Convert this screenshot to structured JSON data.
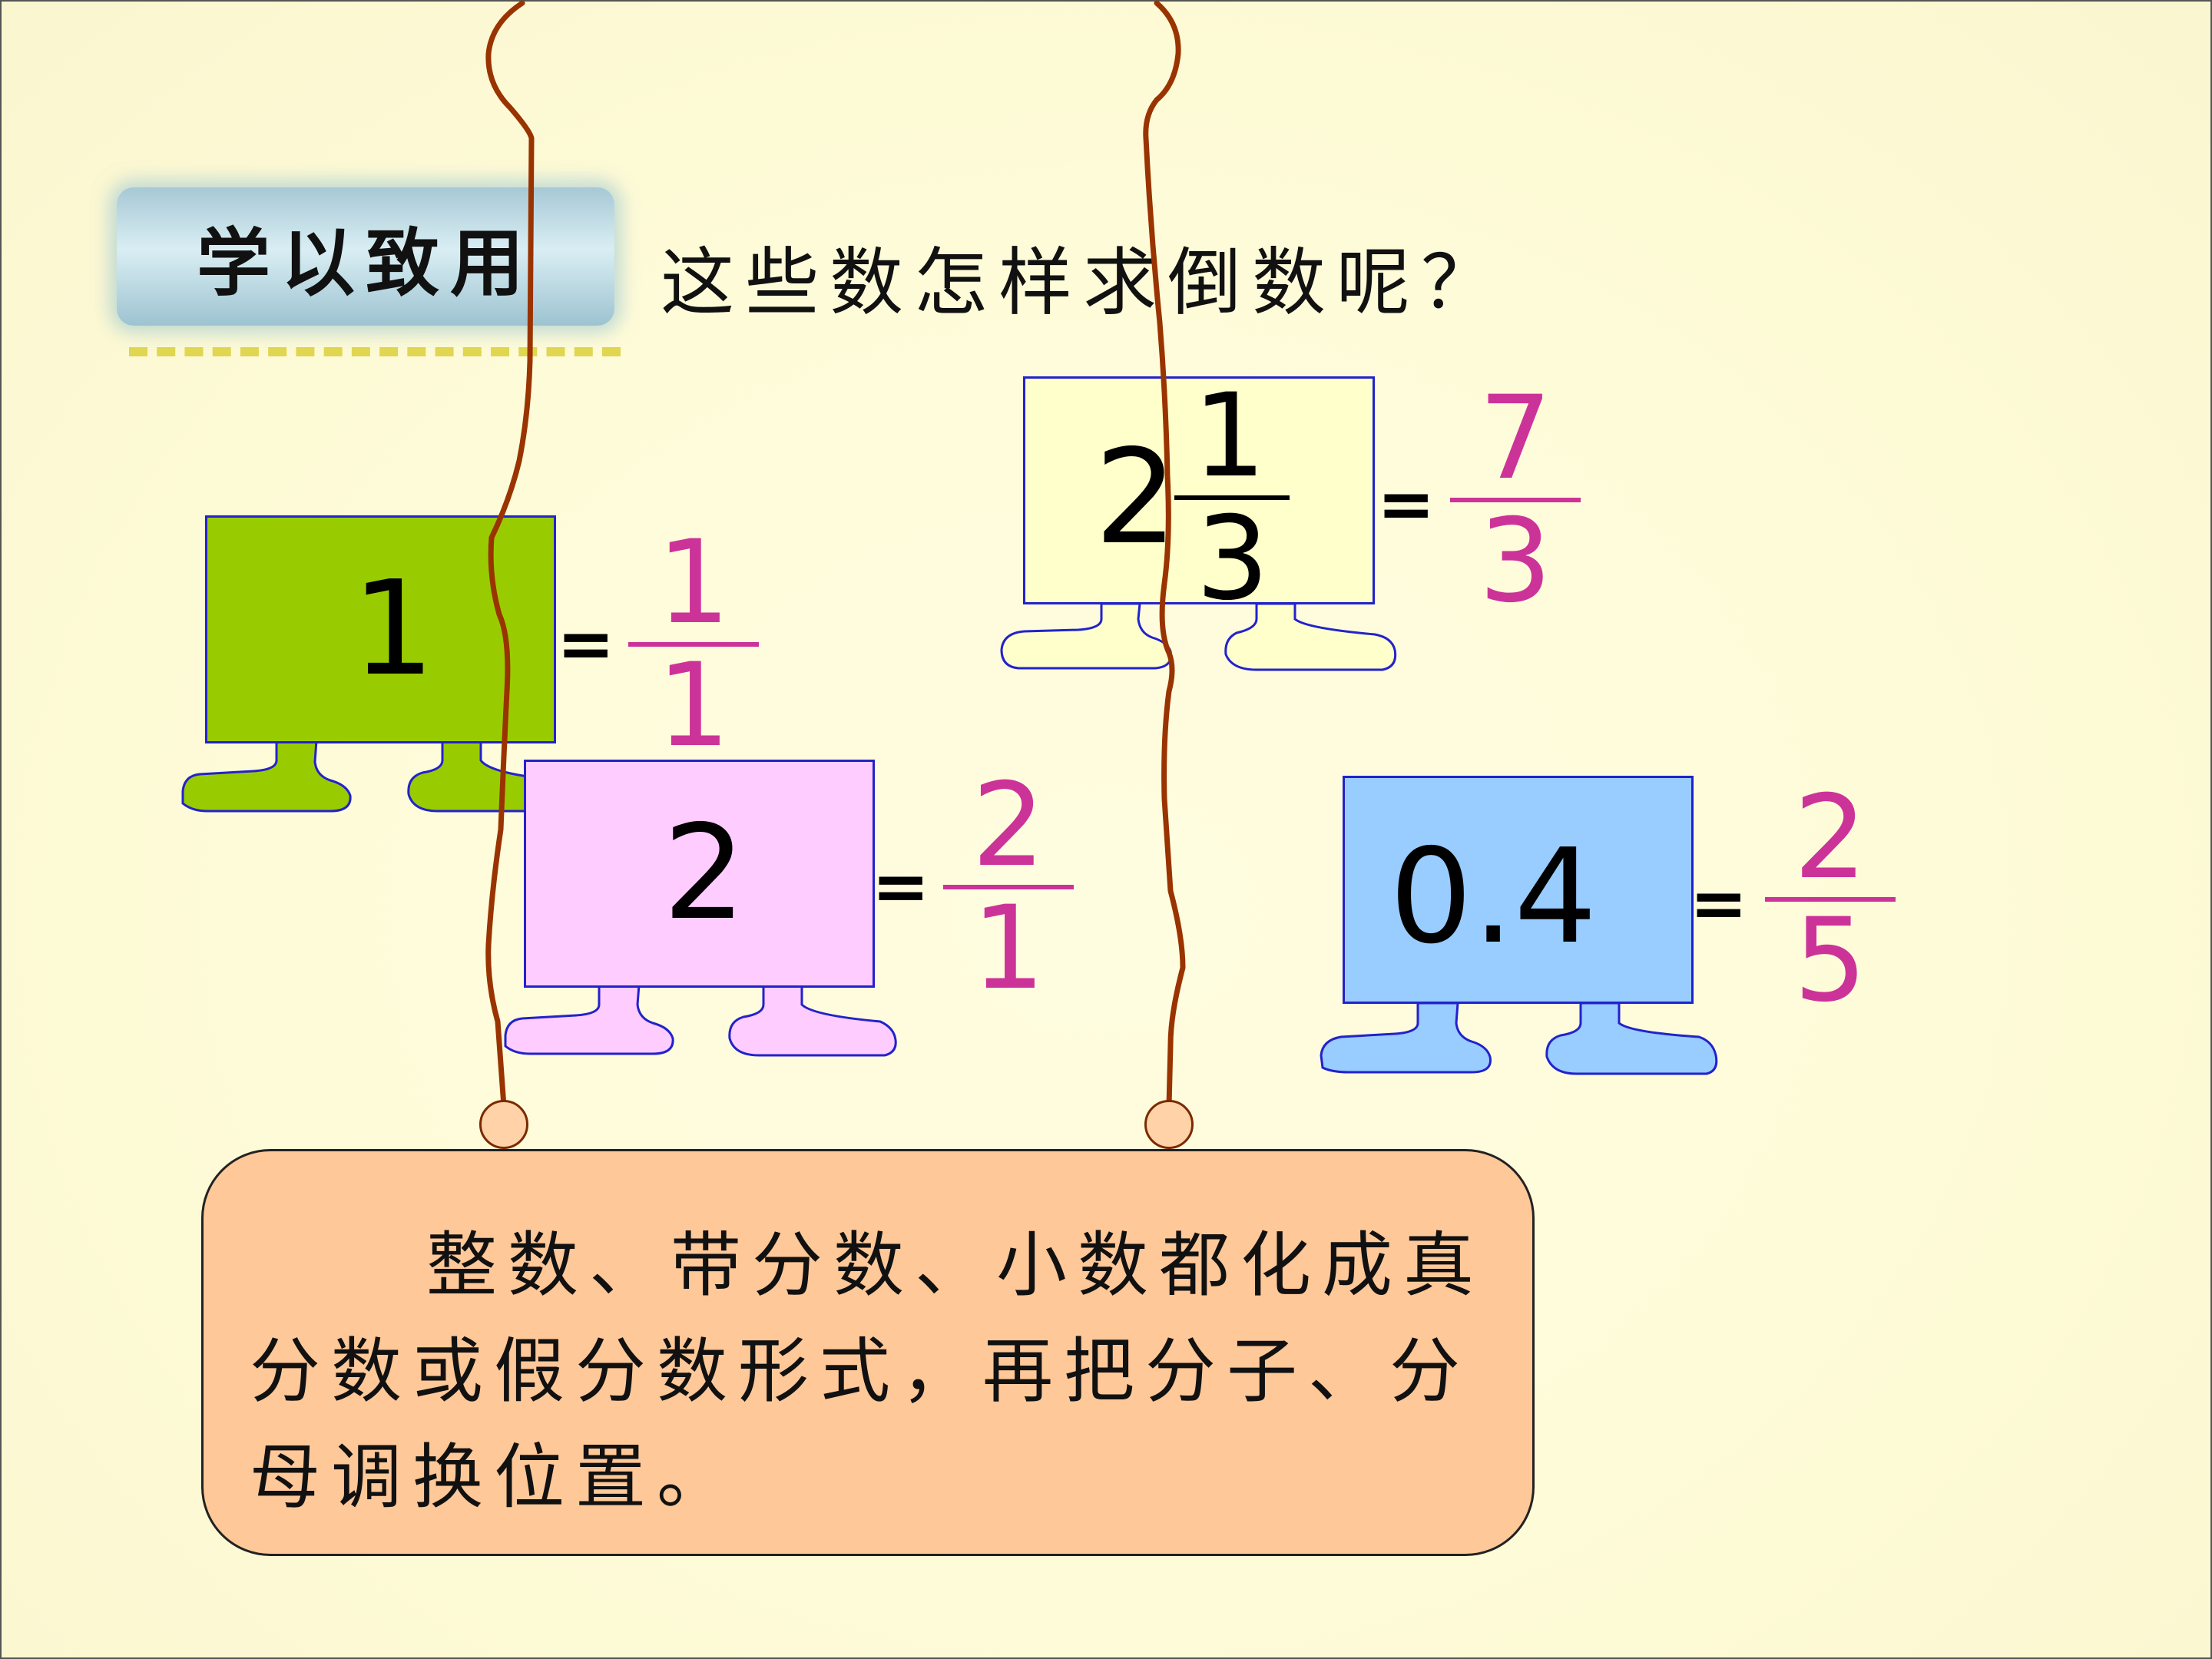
{
  "banner": {
    "label": "学以致用"
  },
  "question": "这些数怎样求倒数呢？",
  "cards": [
    {
      "id": "one",
      "whole": "1",
      "color": "#99cc00",
      "feet_color": "#99cc00",
      "equals": "=",
      "reciprocal": {
        "numerator": "1",
        "denominator": "1"
      }
    },
    {
      "id": "two",
      "whole": "2",
      "color": "#ffccff",
      "feet_color": "#ffccff",
      "equals": "=",
      "reciprocal": {
        "numerator": "2",
        "denominator": "1"
      }
    },
    {
      "id": "mixed",
      "whole": "2",
      "numerator": "1",
      "denominator": "3",
      "color": "#ffffcc",
      "feet_color": "#ffffcc",
      "equals": "=",
      "reciprocal": {
        "numerator": "7",
        "denominator": "3"
      }
    },
    {
      "id": "decimal",
      "whole": "0.4",
      "color": "#99ccff",
      "feet_color": "#99ccff",
      "equals": "=",
      "reciprocal": {
        "numerator": "2",
        "denominator": "5"
      }
    }
  ],
  "answer_color": "#cc3399",
  "rope_color": "#993300",
  "summary": "整数、带分数、小数都化成真分数或假分数形式，再把分子、分母调换位置。"
}
